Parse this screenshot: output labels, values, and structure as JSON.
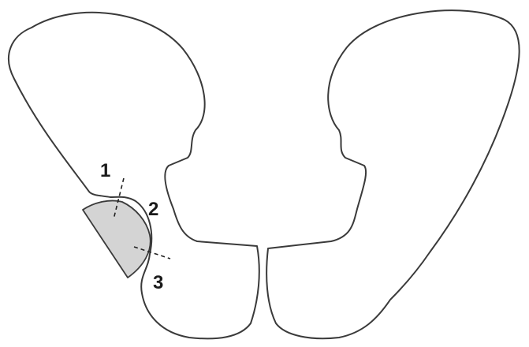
{
  "diagram": {
    "colors": {
      "background": "#ffffff",
      "outline": "#3a3a3a",
      "femoral_head_fill": "#d4d4d4",
      "label_text": "#1a1a1a"
    },
    "labels": [
      {
        "id": "1",
        "text": "1"
      },
      {
        "id": "2",
        "text": "2"
      },
      {
        "id": "3",
        "text": "3"
      }
    ]
  }
}
